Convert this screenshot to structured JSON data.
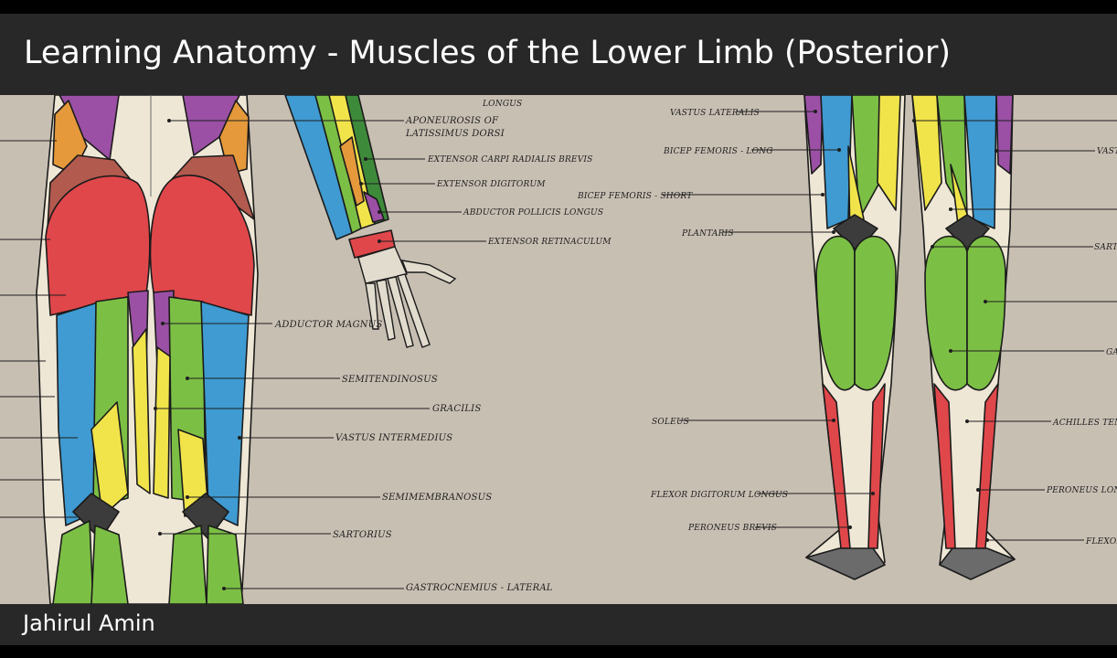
{
  "header": {
    "title": "Learning Anatomy - Muscles of the Lower Limb (Posterior)"
  },
  "footer": {
    "author": "Jahirul Amin"
  },
  "colors": {
    "gluteus": "#e0474a",
    "hamstring_blue": "#3f9bd2",
    "muscle_green": "#7cbf45",
    "muscle_yellow": "#f1e44a",
    "fascia_cream": "#efe7d6",
    "back_purple": "#9b50a5",
    "orange": "#e5993a",
    "background": "#c8bfb3"
  },
  "labels": {
    "longus_top": "LONGUS",
    "aponeurosis_1": "APONEUROSIS OF",
    "aponeurosis_2": "LATISSIMUS DORSI",
    "ext_carpi": "EXTENSOR CARPI RADIALIS BREVIS",
    "ext_digitorum": "EXTENSOR DIGITORUM",
    "abductor_pollicis": "ABDUCTOR POLLICIS LONGUS",
    "ext_retinaculum": "EXTENSOR RETINACULUM",
    "adductor_magnus": "ADDUCTOR MAGNUS",
    "semitendinosus": "SEMITENDINOSUS",
    "gracilis": "GRACILIS",
    "vastus_intermedius": "VASTUS INTERMEDIUS",
    "semimembranosus": "SEMIMEMBRANOSUS",
    "sartorius": "SARTORIUS",
    "gastrocnemius_lateral": "GASTROCNEMIUS - LATERAL",
    "vastus_lateralis": "VASTUS LATERALIS",
    "bicep_long": "BICEP FEMORIS - LONG",
    "bicep_short": "BICEP FEMORIS - SHORT",
    "plantaris": "PLANTARIS",
    "soleus": "SOLEUS",
    "flexor_dig_longus": "FLEXOR DIGITORUM LONGUS",
    "peroneus_brevis": "PERONEUS BREVIS",
    "right_vast": "VAST",
    "right_sarto": "SARTO",
    "right_ga": "GA",
    "achilles": "ACHILLES TENDON",
    "peroneus_longus": "PERONEUS LONGUS",
    "right_flexor": "FLEXOR"
  }
}
